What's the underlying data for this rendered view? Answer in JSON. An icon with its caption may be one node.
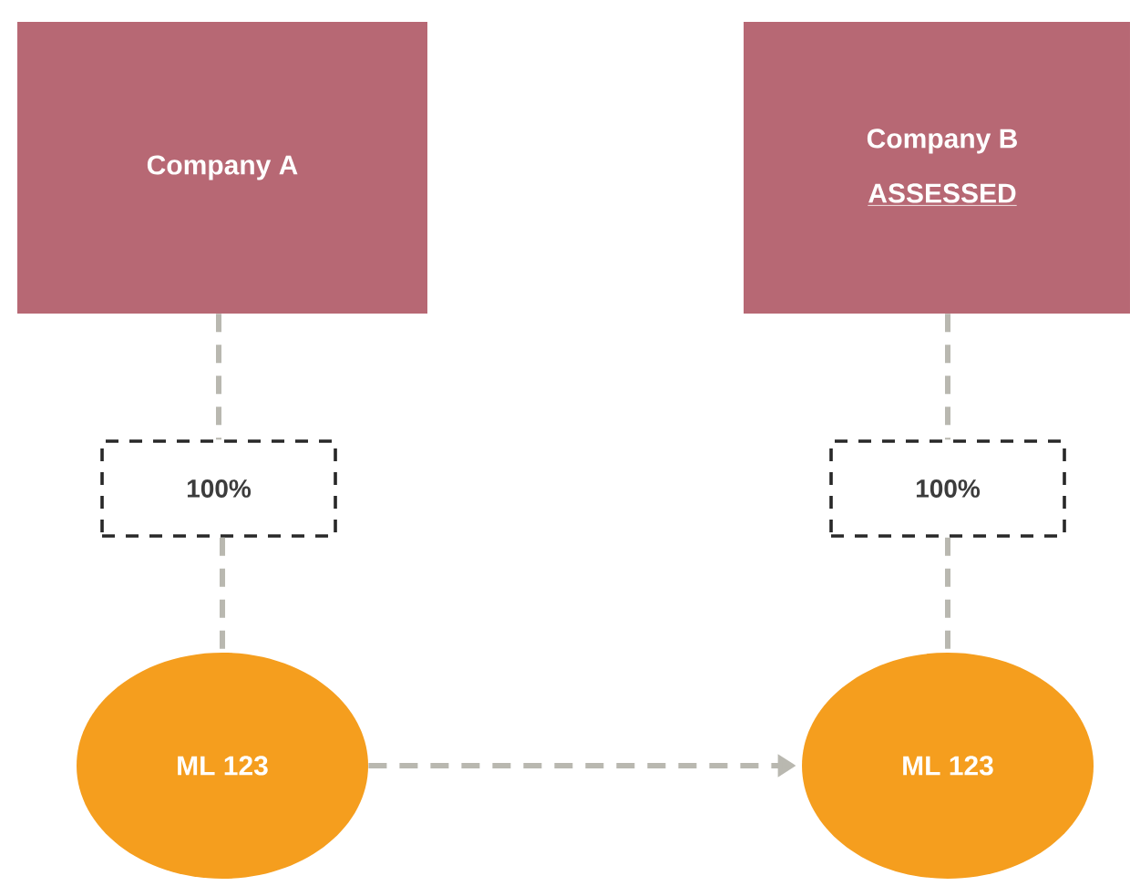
{
  "diagram": {
    "nodes": [
      {
        "text": [
          "Company A"
        ]
      },
      {
        "text": [
          "Company B",
          "ASSESSED"
        ]
      },
      {
        "text": [
          "100%"
        ]
      },
      {
        "text": [
          "100%"
        ]
      },
      {
        "text": [
          "ML 123"
        ]
      },
      {
        "text": [
          "ML 123"
        ]
      }
    ],
    "edges": [
      {
        "from": 0,
        "to": 2,
        "arrow": "none",
        "style": "dashed"
      },
      {
        "from": 2,
        "to": 4,
        "arrow": "none",
        "style": "dashed"
      },
      {
        "from": 1,
        "to": 3,
        "arrow": "none",
        "style": "dashed"
      },
      {
        "from": 3,
        "to": 5,
        "arrow": "none",
        "style": "dashed"
      },
      {
        "from": 4,
        "to": 5,
        "arrow": "to",
        "style": "dashed"
      }
    ]
  }
}
